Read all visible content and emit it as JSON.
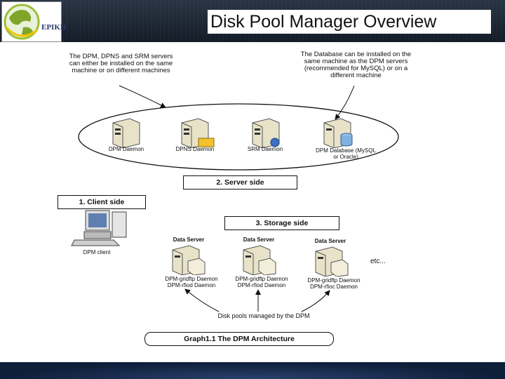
{
  "header": {
    "logo_text": "EPIKH",
    "title": "Disk Pool Manager Overview"
  },
  "diagram": {
    "note_servers": "The DPM, DPNS and SRM servers can either be installed on the same machine or on different machines",
    "note_database": "The Database can be installed on the same machine as the DPM servers (recommended for MySQL) or on a different machine",
    "servers": [
      {
        "label": "DPM Daemon",
        "icon": "server-tower-icon"
      },
      {
        "label": "DPNS Daemon",
        "icon": "server-tower-icon"
      },
      {
        "label": "SRM Daemon",
        "icon": "server-tower-icon"
      },
      {
        "label": "DPM Database (MySQL or Oracle)",
        "icon": "database-server-icon"
      }
    ],
    "server_side_label": "2. Server side",
    "client_side_label": "1. Client side",
    "client_label": "DPM client",
    "storage_side_label": "3. Storage side",
    "data_servers": [
      {
        "title": "Data Server",
        "daemon1": "DPM-gridftp Daemon",
        "daemon2": "DPM-rfiod Daemon"
      },
      {
        "title": "Data Server",
        "daemon1": "DPM-gridftp Daemon",
        "daemon2": "DPM-rfiod Daemon"
      },
      {
        "title": "Data Server",
        "daemon1": "DPM-gridftp Daemon",
        "daemon2": "DPM-rfioc Daemon"
      }
    ],
    "etc_label": "etc...",
    "disk_pools_label": "Disk pools managed by the DPM",
    "graph_caption": "Graph1.1 The DPM Architecture"
  }
}
